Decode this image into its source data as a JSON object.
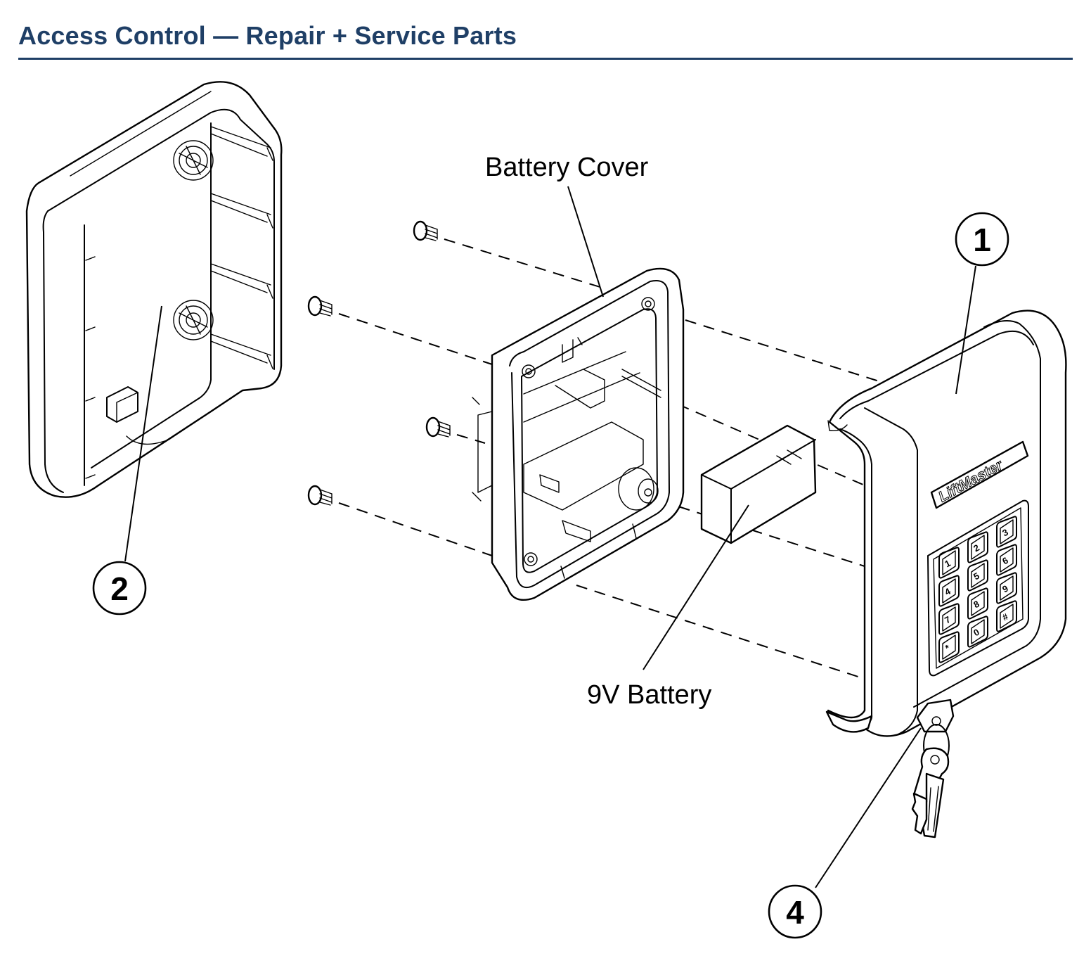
{
  "header": {
    "title": "Access Control — Repair + Service Parts"
  },
  "labels": {
    "battery_cover": "Battery Cover",
    "battery": "9V Battery"
  },
  "callouts": [
    {
      "id": "front-cover",
      "number": "1"
    },
    {
      "id": "back-housing",
      "number": "2"
    },
    {
      "id": "keys",
      "number": "4"
    }
  ],
  "keypad": {
    "brand": "LiftMaster",
    "keys": [
      "1",
      "2",
      "3",
      "4",
      "5",
      "6",
      "7",
      "8",
      "9",
      "*",
      "0",
      "#"
    ]
  },
  "colors": {
    "title": "#1f3f66",
    "line_art": "#000000"
  }
}
